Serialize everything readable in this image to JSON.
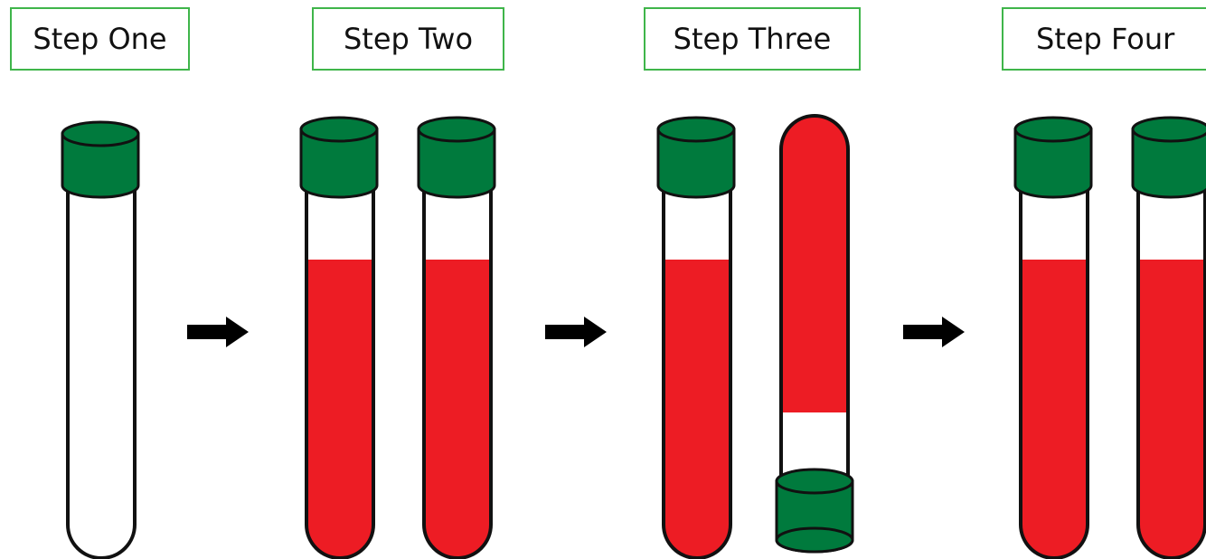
{
  "steps": [
    {
      "label": "Step One"
    },
    {
      "label": "Step Two"
    },
    {
      "label": "Step Three"
    },
    {
      "label": "Step Four"
    }
  ],
  "colors": {
    "blood": "#ed1c24",
    "cap": "#007a3d",
    "label_border": "#3fb54a",
    "outline": "#111111",
    "arrow": "#000000"
  },
  "icons": {
    "arrow": "right-arrow-icon",
    "tube": "test-tube-icon",
    "cap": "tube-cap-icon"
  }
}
